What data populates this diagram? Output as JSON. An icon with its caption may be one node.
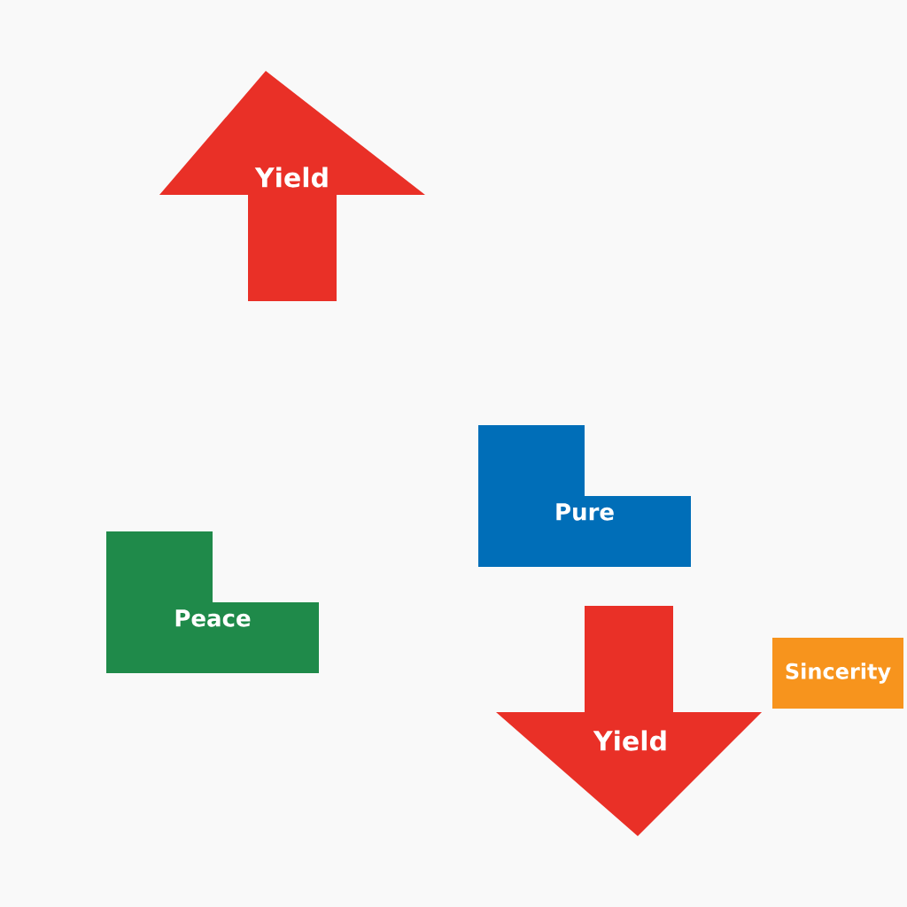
{
  "diagram": {
    "nodes": [
      {
        "text": [
          "Yield"
        ]
      },
      {
        "text": [
          "Pure"
        ]
      },
      {
        "text": [
          "Peace"
        ]
      },
      {
        "text": [
          "Yield"
        ]
      },
      {
        "text": [
          "Sincerity"
        ]
      }
    ]
  }
}
